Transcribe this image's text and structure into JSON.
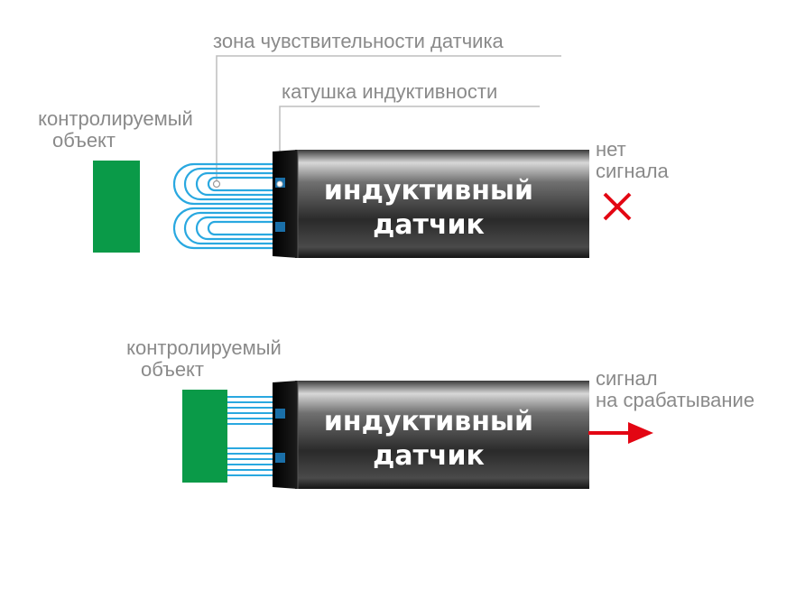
{
  "top": {
    "zone_label": "зона чувствительности датчика",
    "coil_label": "катушка индуктивности",
    "object_label_line1": "контролируемый",
    "object_label_line2": "объект",
    "sensor_line1": "индуктивный",
    "sensor_line2": "датчик",
    "status_line1": "нет",
    "status_line2": "сигнала",
    "status_icon": "cross-icon"
  },
  "bottom": {
    "object_label_line1": "контролируемый",
    "object_label_line2": "объект",
    "sensor_line1": "индуктивный",
    "sensor_line2": "датчик",
    "status_line1": "сигнал",
    "status_line2": "на срабатывание",
    "status_icon": "arrow-right-icon"
  },
  "colors": {
    "label_gray": "#8a8a8a",
    "object_green": "#0a9a48",
    "field_blue": "#29a8e0",
    "coil_blue": "#1a6fa8",
    "cross_red": "#e30613",
    "arrow_red": "#e30613"
  }
}
